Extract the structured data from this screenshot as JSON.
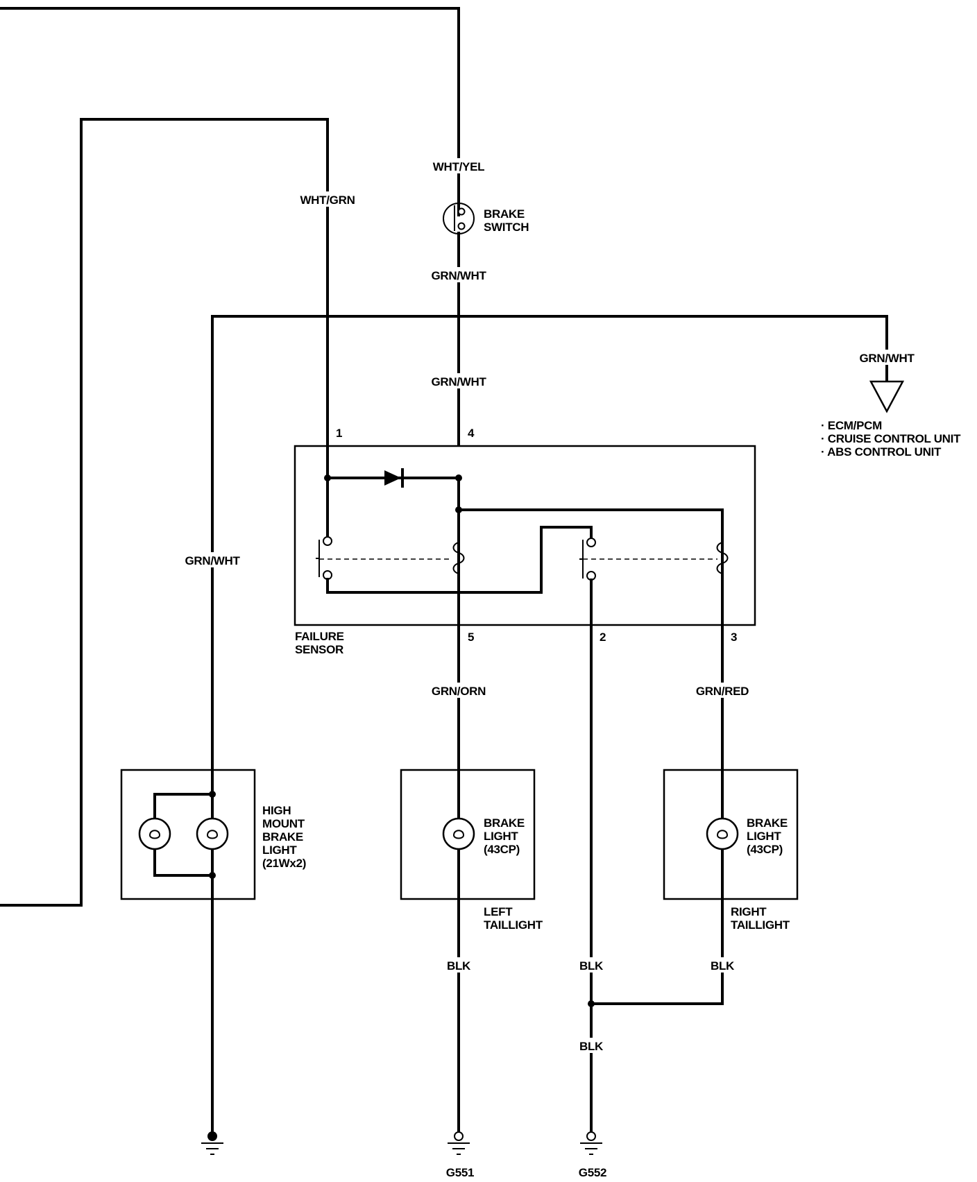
{
  "wire_colors": {
    "supply_top": "WHT/YEL",
    "sensor_pin1": "WHT/GRN",
    "after_switch": "GRN/WHT",
    "to_failure_sensor": "GRN/WHT",
    "to_high_mount": "GRN/WHT",
    "to_modules": "GRN/WHT",
    "left_brake_feed": "GRN/ORN",
    "right_brake_feed": "GRN/RED",
    "left_ground": "BLK",
    "sensor_pin2_ground": "BLK",
    "right_ground": "BLK",
    "g552_ground": "BLK"
  },
  "components": {
    "brake_switch": [
      "BRAKE",
      "SWITCH"
    ],
    "failure_sensor": [
      "FAILURE",
      "SENSOR"
    ],
    "high_mount": [
      "HIGH",
      "MOUNT",
      "BRAKE",
      "LIGHT",
      "(21Wx2)"
    ],
    "left_bulb": [
      "BRAKE",
      "LIGHT",
      "(43CP)"
    ],
    "right_bulb": [
      "BRAKE",
      "LIGHT",
      "(43CP)"
    ],
    "left_taillight": [
      "LEFT",
      "TAILLIGHT"
    ],
    "right_taillight": [
      "RIGHT",
      "TAILLIGHT"
    ]
  },
  "modules": [
    "· ECM/PCM",
    "· CRUISE CONTROL UNIT",
    "· ABS CONTROL UNIT"
  ],
  "pins": {
    "p1": "1",
    "p2": "2",
    "p3": "3",
    "p4": "4",
    "p5": "5"
  },
  "grounds": {
    "left": "G551",
    "right": "G552"
  }
}
